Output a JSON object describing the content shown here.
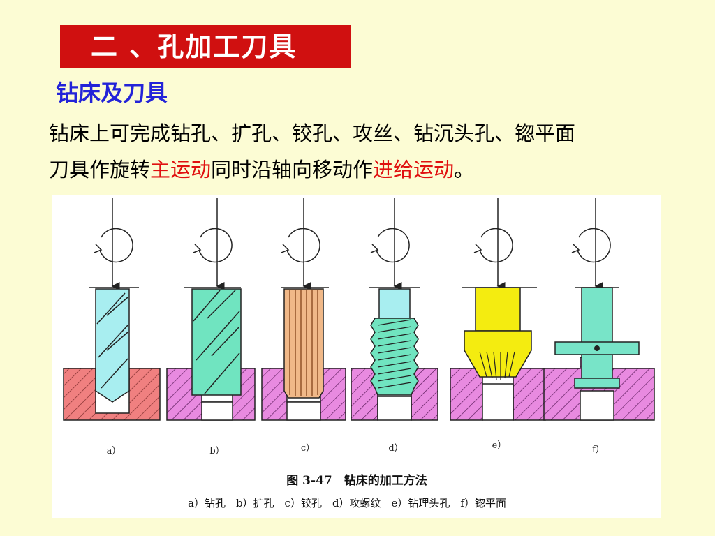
{
  "title": "二 、孔加工刀具",
  "subtitle": "钻床及刀具",
  "line1": "钻床上可完成钻孔、扩孔、铰孔、攻丝、钻沉头孔、锪平面",
  "line2": {
    "p1": "刀具作旋转",
    "h1": "主运动",
    "p2": "同时沿轴向移动作",
    "h2": "进给运动",
    "p3": "。"
  },
  "figure": {
    "panel_labels": [
      "a）",
      "b）",
      "c）",
      "d）",
      "e）",
      "f）"
    ],
    "caption": "图 3-47　钻床的加工方法",
    "legend": "a）钻孔　b）扩孔　c）铰孔　d）攻螺纹　e）钻理头孔　f）锪平面"
  },
  "colors": {
    "title_bg": "#d01010",
    "subtitle": "#2323d8",
    "highlight": "#e01010",
    "workpiece_a": "#f08080",
    "workpiece_other": "#e88ae0",
    "drill_cyan": "#a8eef0",
    "tool_green": "#70e4c0",
    "reamer_tan": "#f0b888",
    "counterbore_yellow": "#f4ec10",
    "spotface_teal": "#78e4c8"
  }
}
